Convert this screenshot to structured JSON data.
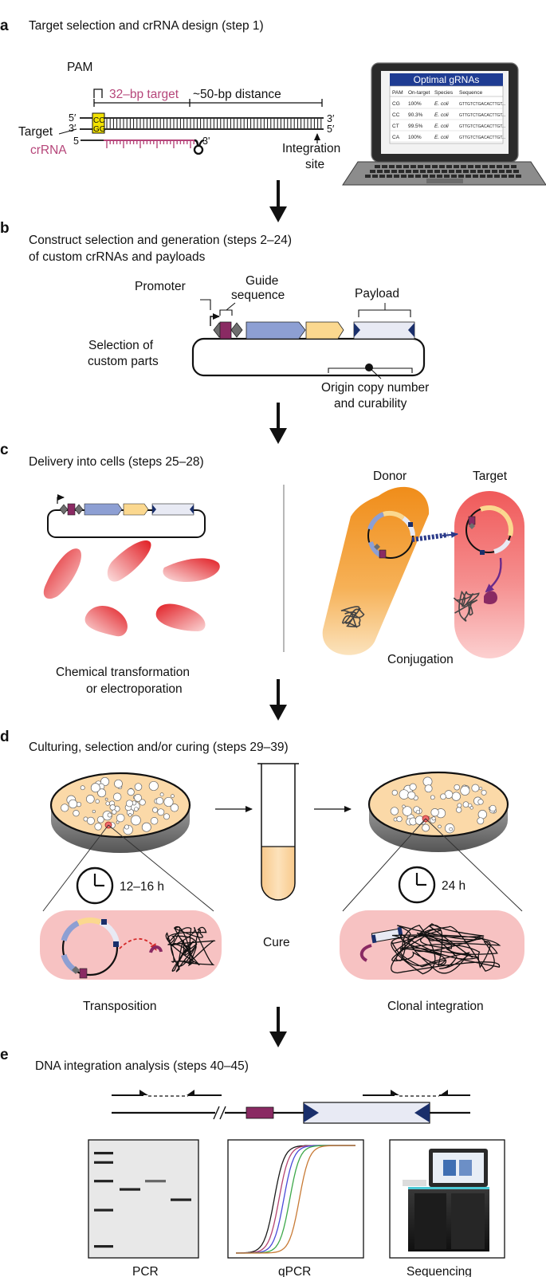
{
  "panel_a": {
    "letter": "a",
    "title": "Target selection and crRNA design (step 1)",
    "pam_label": "PAM",
    "target_label": "32–bp target",
    "distance_label": "~50-bp distance",
    "five_prime": "5′",
    "three_prime": "3′",
    "five_prime_plain": "5",
    "three_prime_plain": "3'",
    "strand_target": "Target",
    "strand_crrna": "crRNA",
    "pam_top": "CC",
    "pam_bottom": "GG",
    "integration_line1": "Integration",
    "integration_line2": "site",
    "laptop_title": "Optimal gRNAs",
    "laptop_headers": [
      "PAM",
      "On-target",
      "Species",
      "Sequence"
    ],
    "laptop_rows": [
      [
        "CG",
        "100%",
        "E. coli",
        "GTTGTCTGACACTTGT..."
      ],
      [
        "CC",
        "90.3%",
        "E. coli",
        "GTTGTCTGACACTTGT..."
      ],
      [
        "CT",
        "99.5%",
        "E. coli",
        "GTTGTCTGACACTTGT..."
      ],
      [
        "CA",
        "100%",
        "E. coli",
        "GTTGTCTGACACTTGT..."
      ]
    ]
  },
  "panel_b": {
    "letter": "b",
    "title_line1": "Construct selection and generation (steps 2–24)",
    "title_line2": "of custom crRNAs and payloads",
    "promoter": "Promoter",
    "guide_line1": "Guide",
    "guide_line2": "sequence",
    "payload": "Payload",
    "selection_line1": "Selection of",
    "selection_line2": "custom parts",
    "origin_line1": "Origin copy number",
    "origin_line2": "and curability"
  },
  "panel_c": {
    "letter": "c",
    "title": "Delivery into cells (steps 25–28)",
    "donor": "Donor",
    "target": "Target",
    "chem_line1": "Chemical transformation",
    "chem_line2": "or electroporation",
    "conjugation": "Conjugation"
  },
  "panel_d": {
    "letter": "d",
    "title": "Culturing, selection and/or curing (steps 29–39)",
    "time1": "12–16 h",
    "time2": "24 h",
    "cure": "Cure",
    "transposition": "Transposition",
    "clonal": "Clonal integration"
  },
  "panel_e": {
    "letter": "e",
    "title": "DNA integration analysis (steps 40–45)",
    "pcr": "PCR",
    "qpcr": "qPCR",
    "sequencing": "Sequencing",
    "gel_bands": [
      {
        "lane": 0,
        "pos": 0.05
      },
      {
        "lane": 0,
        "pos": 0.14
      },
      {
        "lane": 0,
        "pos": 0.32
      },
      {
        "lane": 0,
        "pos": 0.6
      },
      {
        "lane": 0,
        "pos": 0.95
      },
      {
        "lane": 1,
        "pos": 0.4
      },
      {
        "lane": 2,
        "pos": 0.32
      },
      {
        "lane": 3,
        "pos": 0.5
      }
    ],
    "qpcr_curve_colors": [
      "#1a1a1a",
      "#b5436f",
      "#4a4ad8",
      "#3da84a",
      "#c87a35"
    ],
    "qpcr_curve_shifts": [
      0.0,
      0.04,
      0.08,
      0.13,
      0.21
    ]
  },
  "colors": {
    "pink": "#b6467a",
    "crrna_block": "#8a2a63",
    "blue_gene": "#8d9fd3",
    "tan_gene": "#fbd88f",
    "payload": "#e8eaf4",
    "arm": "#1a2f6b",
    "pam_yellow": "#f2e200",
    "laptop_header": "#1f3c93",
    "donor_orange": "#f4a33e",
    "target_red": "#f26a6a",
    "media": "#fbd9a8",
    "cell_pink": "#f7c2c2"
  }
}
